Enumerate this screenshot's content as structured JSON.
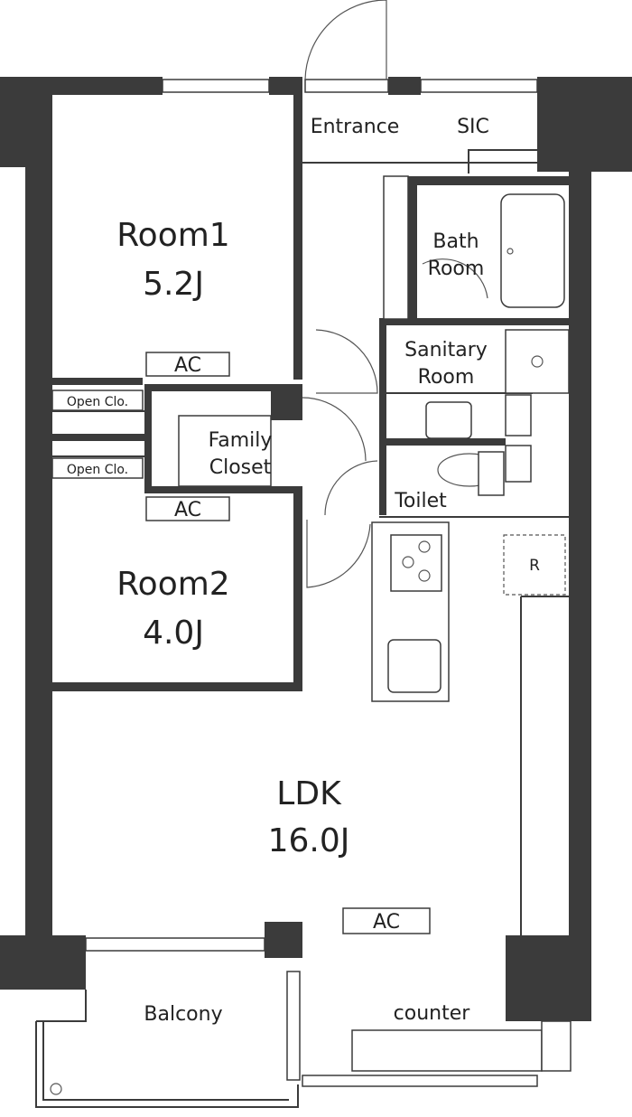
{
  "rooms": {
    "room1": {
      "name": "Room1",
      "size": "5.2J"
    },
    "room2": {
      "name": "Room2",
      "size": "4.0J"
    },
    "ldk": {
      "name": "LDK",
      "size": "16.0J"
    },
    "entrance": "Entrance",
    "sic": "SIC",
    "bath": {
      "line1": "Bath",
      "line2": "Room"
    },
    "sanitary": {
      "line1": "Sanitary",
      "line2": "Room"
    },
    "family_closet": {
      "line1": "Family",
      "line2": "Closet"
    },
    "toilet": "Toilet",
    "balcony": "Balcony",
    "counter": "counter"
  },
  "labels": {
    "ac_room1": "AC",
    "ac_room2": "AC",
    "ac_ldk": "AC",
    "open_closet_1": "Open Clo.",
    "open_closet_2": "Open Clo.",
    "refrigerator": "R"
  },
  "colors": {
    "wall": "#3b3b3b",
    "background": "#ffffff"
  }
}
